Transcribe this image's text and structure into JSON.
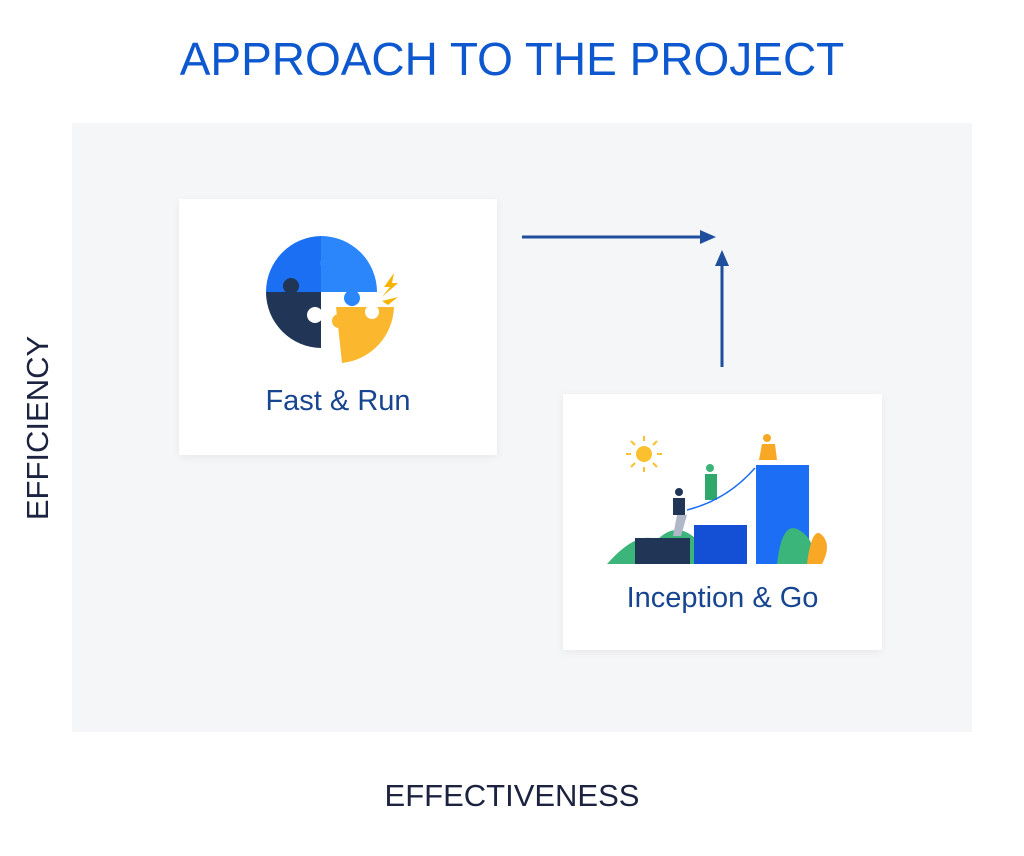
{
  "title": "APPROACH TO THE PROJECT",
  "axes": {
    "y_label": "EFFICIENCY",
    "x_label": "EFFECTIVENESS"
  },
  "cards": [
    {
      "label": "Fast & Run",
      "icon": "puzzle-icon"
    },
    {
      "label": "Inception & Go",
      "icon": "climbing-team-icon"
    }
  ],
  "colors": {
    "title": "#0d58cf",
    "card_text": "#17458f",
    "arrow": "#1f4f9c",
    "panel": "#f5f6f8"
  }
}
